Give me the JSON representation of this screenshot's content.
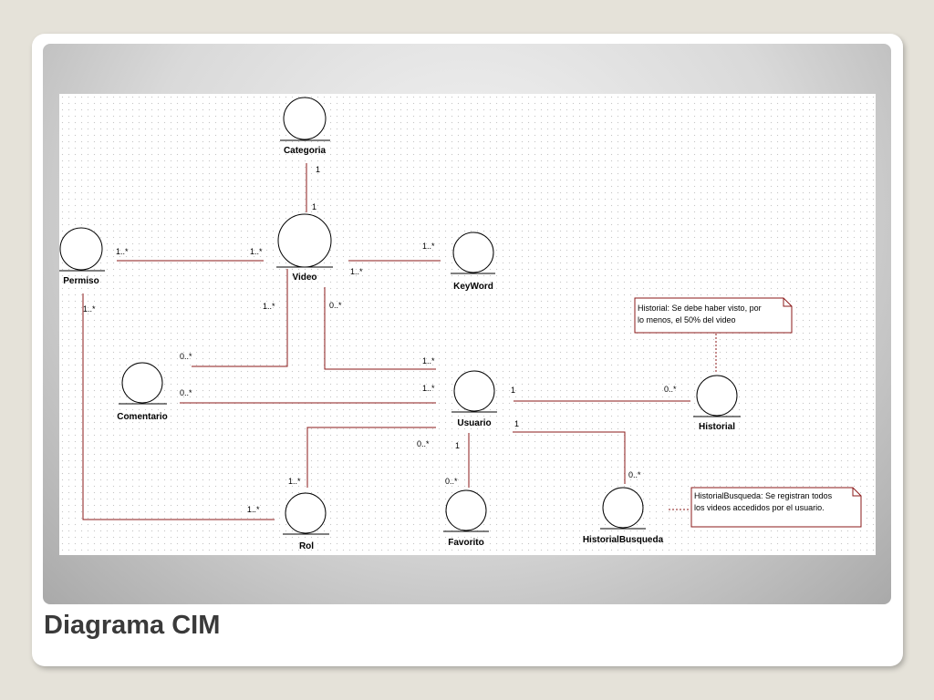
{
  "slide": {
    "title": "Diagrama CIM"
  },
  "entities": {
    "categoria": "Categoria",
    "video": "Video",
    "permiso": "Permiso",
    "keyword": "KeyWord",
    "comentario": "Comentario",
    "usuario": "Usuario",
    "historial": "Historial",
    "rol": "Rol",
    "favorito": "Favorito",
    "historialbusqueda": "HistorialBusqueda"
  },
  "multiplicities": {
    "categoria_video_top": "1",
    "categoria_video_bottom": "1",
    "permiso_video_left": "1..*",
    "permiso_video_right": "1..*",
    "video_keyword_right": "1..*",
    "video_keyword_left": "1..*",
    "permiso_rol_top": "1..*",
    "video_comentario_video": "1..*",
    "video_comentario_comentario": "0..*",
    "video_usuario_video": "0..*",
    "video_usuario_usuario": "1..*",
    "comentario_usuario_comentario": "0..*",
    "comentario_usuario_usuario": "1..*",
    "usuario_historial_usuario": "1",
    "usuario_historial_historial": "0..*",
    "usuario_rol_usuario": "0..*",
    "usuario_rol_rol": "1..*",
    "usuario_favorito_usuario": "1",
    "usuario_favorito_favorito": "0..*",
    "usuario_hb_usuario": "1",
    "usuario_hb_hb": "0..*",
    "permiso_rol_rol": "1..*"
  },
  "notes": {
    "historial": {
      "line1": "Historial: Se debe haber visto, por",
      "line2": "lo menos, el 50% del video"
    },
    "historialbusqueda": {
      "line1": "HistorialBusqueda: Se registran todos",
      "line2": "los videos accedidos por el usuario."
    }
  }
}
